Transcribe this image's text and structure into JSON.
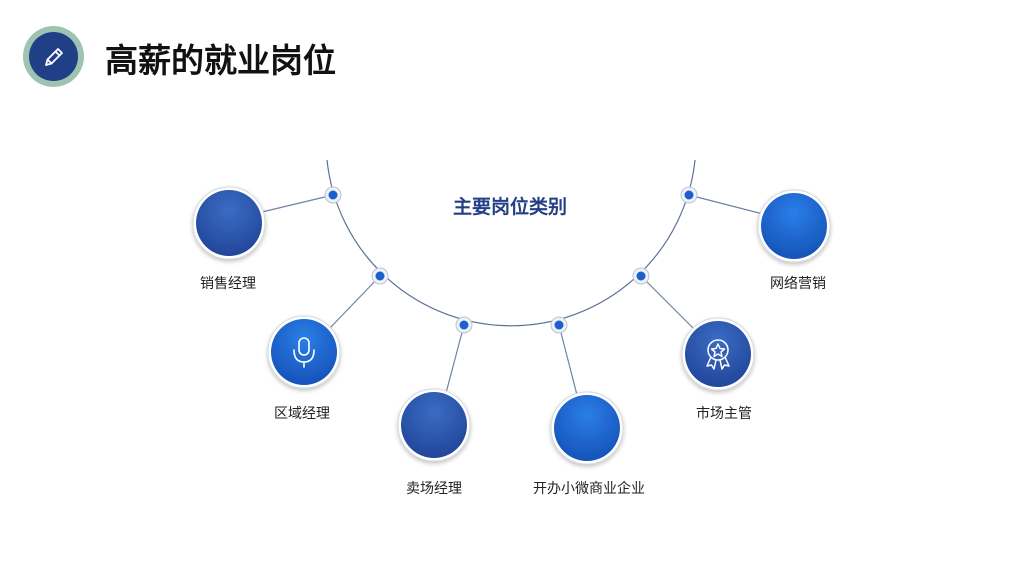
{
  "header": {
    "title": "高薪的就业岗位",
    "logo_icon": "pencil-icon"
  },
  "diagram": {
    "center_label": "主要岗位类别",
    "accent_color": "#1f4a9e",
    "node_colors": [
      "#2b5ab0",
      "#1e6bd6"
    ],
    "positions": [
      {
        "label": "销售经理",
        "icon": ""
      },
      {
        "label": "区域经理",
        "icon": "microphone-icon"
      },
      {
        "label": "卖场经理",
        "icon": ""
      },
      {
        "label": "开办小微商业企业",
        "icon": ""
      },
      {
        "label": "市场主管",
        "icon": "award-badge-icon"
      },
      {
        "label": "网络营销",
        "icon": ""
      }
    ]
  }
}
